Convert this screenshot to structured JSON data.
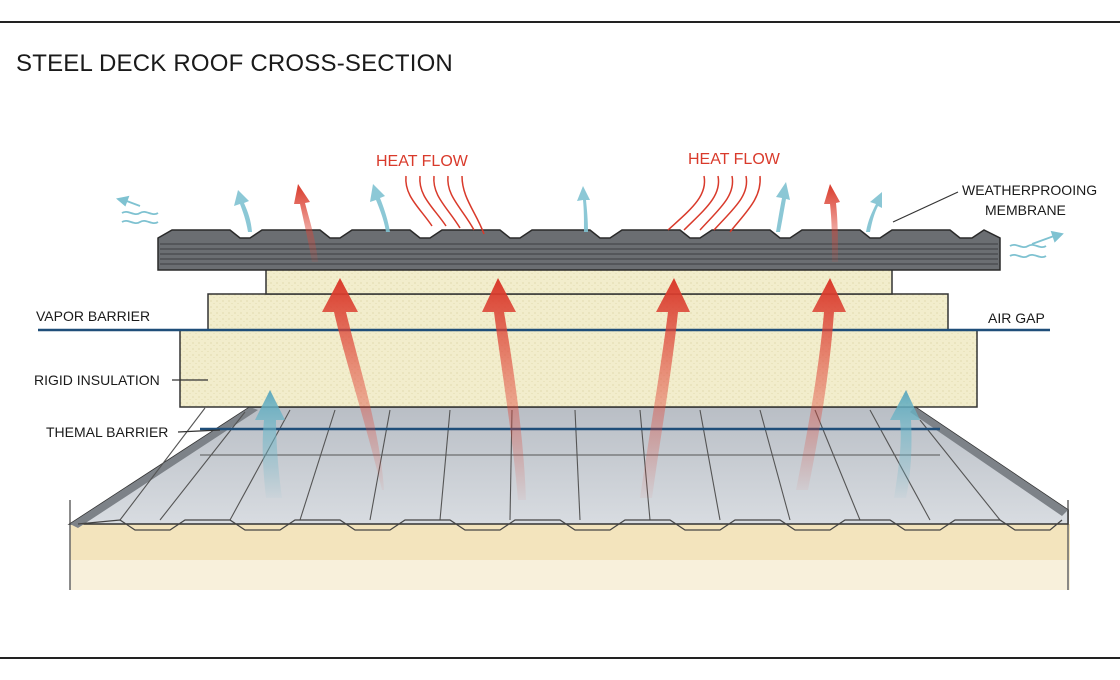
{
  "title": "STEEL DECK ROOF CROSS-SECTION",
  "heat_labels": [
    "HEAT FLOW",
    "HEAT FLOW"
  ],
  "callouts": {
    "weatherproofing": [
      "WEATHERPROOING",
      "MEMBRANE"
    ],
    "vapor_barrier": "VAPOR BARRIER",
    "air_gap": "AIR GAP",
    "rigid_insulation": "RIGID INSULATION",
    "thermal_barrier": "THEMAL BARRIER"
  },
  "colors": {
    "heat": "#d93a2b",
    "air": "#6fb8c9",
    "insulation": "#f1eccb",
    "barrier_line": "#1f4e79",
    "steel_top": "#6b6e72",
    "steel_deck": "#c9cdd3",
    "ground": "#f1dfb2"
  }
}
